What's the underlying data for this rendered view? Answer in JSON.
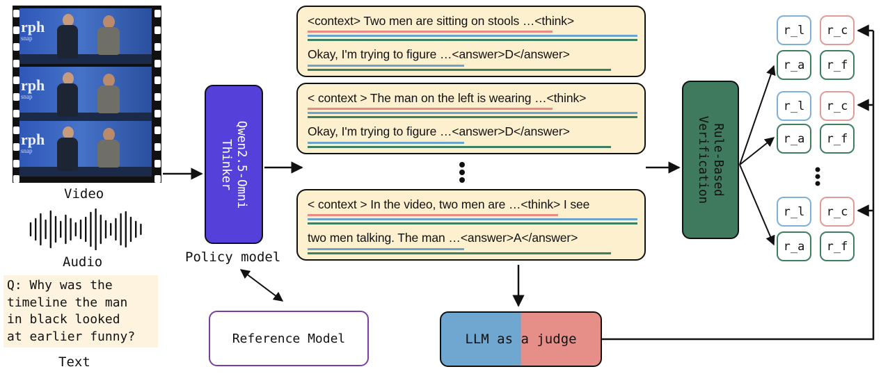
{
  "inputs": {
    "video_label": "Video",
    "audio_label": "Audio",
    "question": "Q: Why was the timeline the man in black looked at earlier funny?",
    "question_lines": [
      "Q: Why was the",
      "timeline the man",
      "in black looked",
      "at earlier funny?"
    ],
    "text_label": "Text",
    "frame_logo": "rph",
    "frame_sub": "snap"
  },
  "policy": {
    "model_name": "Qwen2.5-Omni Thinker",
    "model_name_lines": [
      "Qwen2.5-Omni",
      "Thinker"
    ],
    "label": "Policy model",
    "color": "#5540d9"
  },
  "reference": {
    "label": "Reference Model",
    "border_color": "#7a3ea0"
  },
  "rollouts": [
    {
      "line1": "<context> Two men are sitting on stools …<think>",
      "line2": "Okay, I'm trying to figure …<answer>D</answer>"
    },
    {
      "line1": "< context > The man on the left is wearing …<think>",
      "line2": "Okay, I'm trying to figure …<answer>D</answer>"
    },
    {
      "line1": "< context > In the video, two men are  …<think> I see",
      "line2": "two men talking. The man …<answer>A</answer>"
    }
  ],
  "verification": {
    "label": "Rule-Based Verification",
    "label_lines": [
      "Rule-Based",
      "Verification"
    ],
    "color": "#3f7a5e"
  },
  "judge": {
    "label": "LLM as a judge",
    "left_color": "#6fa7d0",
    "right_color": "#e68e88"
  },
  "rewards": {
    "r_l": "r_l",
    "r_c": "r_c",
    "r_a": "r_a",
    "r_f": "r_f"
  },
  "colors": {
    "red_line": "#e98a86",
    "blue_line": "#6aa3cc",
    "green_line": "#3e7f62",
    "rollout_bg": "#fdf0cf"
  }
}
